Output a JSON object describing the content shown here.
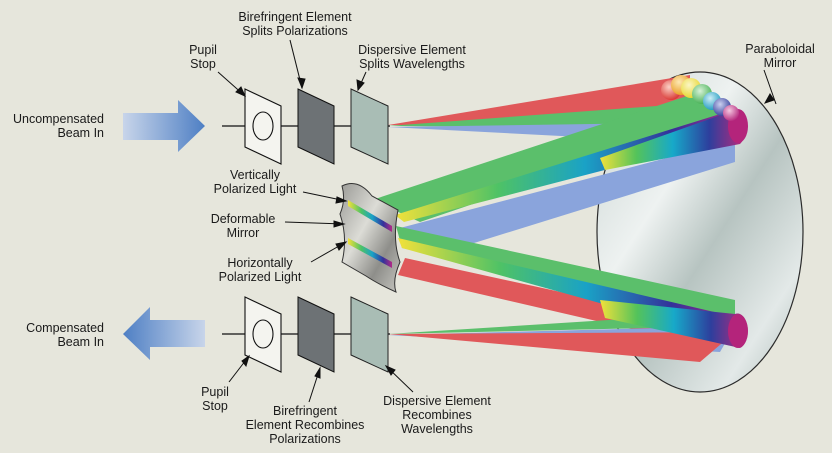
{
  "labels": {
    "birefringent_top": "Birefringent Element\nSplits Polarizations",
    "pupil_top": "Pupil\nStop",
    "dispersive_top": "Dispersive Element\nSplits Wavelengths",
    "paraboloidal": "Paraboloidal\nMirror",
    "uncompensated": "Uncompensated\nBeam In",
    "vertically": "Vertically\nPolarized Light",
    "deformable": "Deformable\nMirror",
    "horizontally": "Horizontally\nPolarized Light",
    "compensated": "Compensated\nBeam In",
    "pupil_bottom": "Pupil\nStop",
    "birefringent_bottom": "Birefringent\nElement Recombines\nPolarizations",
    "dispersive_bottom": "Dispersive Element\nRecombines\nWavelengths"
  },
  "colors": {
    "background": "#e6e6dc",
    "red_beam": "#e0585a",
    "green_beam": "#5bbf6b",
    "blue_beam": "#8aa4dc",
    "arrow": "#5b86c5",
    "birefringent": "#6d7275",
    "dispersive": "#a9bdb5"
  }
}
